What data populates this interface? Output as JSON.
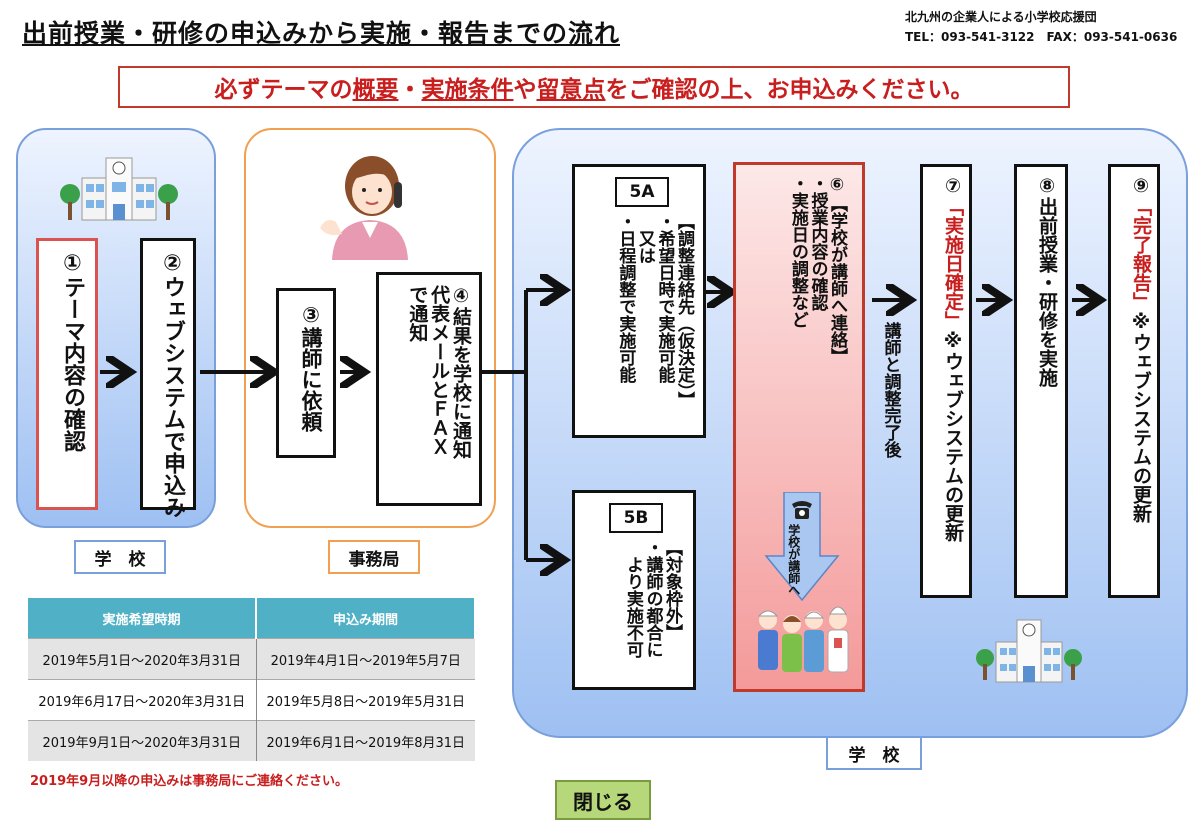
{
  "header": {
    "title": "出前授業・研修の申込みから実施・報告までの流れ",
    "org": "北九州の企業人による小学校応援団",
    "contact": "TEL：093-541-3122　FAX：093-541-0636"
  },
  "notice": {
    "pre": "必ずテーマの",
    "u1": "概要",
    "mid1": "・",
    "u2": "実施条件",
    "mid2": "や",
    "u3": "留意点",
    "post": "をご確認の上、お申込みください。"
  },
  "steps": {
    "s1": {
      "num": "①",
      "text": "テーマ内容の確認"
    },
    "s2": {
      "num": "②",
      "text": "ウェブシステムで申込み"
    },
    "s3": {
      "num": "③",
      "text": "講師に依頼"
    },
    "s4": {
      "num": "④",
      "lines": [
        "結果を学校に通知",
        "代表メールとＦＡＸ",
        "で通知"
      ]
    },
    "s5a": {
      "label": "5A",
      "lines": [
        "【調整連絡先（仮決定）】",
        "・希望日時で実施可能",
        "　又は",
        "・日程調整で実施可能"
      ]
    },
    "s5b": {
      "label": "5B",
      "lines": [
        "【対象枠外】",
        "・講師の都合に",
        "　より実施不可"
      ]
    },
    "s6": {
      "num": "⑥",
      "lines": [
        "【学校が講師へ連絡】",
        "・授業内容の確認",
        "・実施日の調整など"
      ],
      "arrow_text": "学校が講師へ"
    },
    "between": "講師と調整完了後",
    "s7": {
      "num": "⑦",
      "red": "「実施日確定」",
      "text": "※ウェブシステムの更新"
    },
    "s8": {
      "num": "⑧",
      "text": "出前授業・研修を実施"
    },
    "s9": {
      "num": "⑨",
      "red": "「完了報告」",
      "text": "※ウェブシステムの更新"
    }
  },
  "labels": {
    "school_left": "学　校",
    "office": "事務局",
    "school_right": "学　校"
  },
  "schedule": {
    "headers": [
      "実施希望時期",
      "申込み期間"
    ],
    "rows": [
      [
        "2019年5月1日～2020年3月31日",
        "2019年4月1日～2019年5月7日"
      ],
      [
        "2019年6月17日～2020年3月31日",
        "2019年5月8日～2019年5月31日"
      ],
      [
        "2019年9月1日～2020年3月31日",
        "2019年6月1日～2019年8月31日"
      ]
    ]
  },
  "footnote": "2019年9月以降の申込みは事務局にご連絡ください。",
  "close_button": "閉じる",
  "colors": {
    "accent_red": "#c81e1e",
    "panel_blue": "#9ec0f2",
    "panel_orange": "#f0a050",
    "table_header": "#4fb0c6",
    "close_green": "#b6d77a"
  }
}
